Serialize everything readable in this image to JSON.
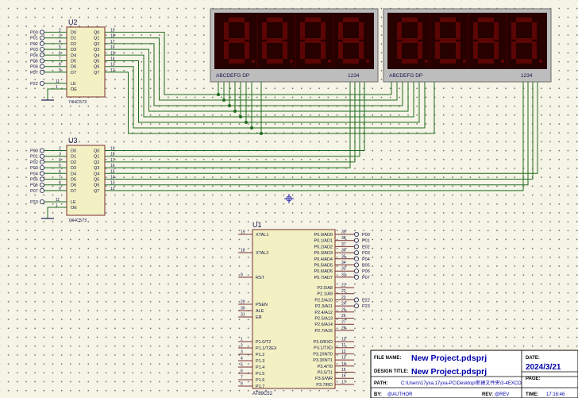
{
  "u2": {
    "ref": "U2",
    "part": "74HC573",
    "in_pins": [
      "D0",
      "D1",
      "D2",
      "D3",
      "D4",
      "D5",
      "D6",
      "D7"
    ],
    "in_nums": [
      "2",
      "3",
      "4",
      "5",
      "6",
      "7",
      "8",
      "9"
    ],
    "out_pins": [
      "Q0",
      "Q1",
      "Q2",
      "Q3",
      "Q4",
      "Q5",
      "Q6",
      "Q7"
    ],
    "out_nums": [
      "19",
      "18",
      "17",
      "16",
      "15",
      "14",
      "13",
      "12"
    ],
    "le": "LE",
    "oe": "OE",
    "le_num": "11",
    "oe_num": "1",
    "port_labels": [
      "P00",
      "P01",
      "P02",
      "P03",
      "P04",
      "P05",
      "P06",
      "P07"
    ],
    "le_port": "P22"
  },
  "u3": {
    "ref": "U3",
    "part": "74HC573",
    "in_pins": [
      "D0",
      "D1",
      "D2",
      "D3",
      "D4",
      "D5",
      "D6",
      "D7"
    ],
    "in_nums": [
      "2",
      "3",
      "4",
      "5",
      "6",
      "7",
      "8",
      "9"
    ],
    "out_pins": [
      "Q0",
      "Q1",
      "Q2",
      "Q3",
      "Q4",
      "Q5",
      "Q6",
      "Q7"
    ],
    "out_nums": [
      "19",
      "18",
      "17",
      "16",
      "15",
      "14",
      "13",
      "12"
    ],
    "le": "LE",
    "oe": "OE",
    "le_num": "11",
    "oe_num": "1",
    "port_labels": [
      "P00",
      "P01",
      "P02",
      "P03",
      "P04",
      "P05",
      "P06",
      "P07"
    ],
    "le_port": "P23"
  },
  "display1": {
    "seg_label": "ABCDEFG DP",
    "digit_label": "1234"
  },
  "display2": {
    "seg_label": "ABCDEFG DP",
    "digit_label": "1234"
  },
  "u1": {
    "ref": "U1",
    "part": "AT89C52",
    "left_pins": [
      {
        "name": "XTAL1",
        "num": "19"
      },
      {
        "name": "XTAL2",
        "num": "18"
      },
      {
        "name": "RST",
        "num": "9"
      },
      {
        "name": "PSEN",
        "num": "29"
      },
      {
        "name": "ALE",
        "num": "30"
      },
      {
        "name": "EA",
        "num": "31"
      },
      {
        "name": "P1.0/T2",
        "num": "1"
      },
      {
        "name": "P1.1/T2EX",
        "num": "2"
      },
      {
        "name": "P1.2",
        "num": "3"
      },
      {
        "name": "P1.3",
        "num": "4"
      },
      {
        "name": "P1.4",
        "num": "5"
      },
      {
        "name": "P1.5",
        "num": "6"
      },
      {
        "name": "P1.6",
        "num": "7"
      },
      {
        "name": "P1.7",
        "num": "8"
      }
    ],
    "p0_pins": [
      {
        "name": "P0.0/AD0",
        "num": "39",
        "port": "P00"
      },
      {
        "name": "P0.1/AD1",
        "num": "38",
        "port": "P01"
      },
      {
        "name": "P0.2/AD2",
        "num": "37",
        "port": "P02"
      },
      {
        "name": "P0.3/AD3",
        "num": "36",
        "port": "P03"
      },
      {
        "name": "P0.4/AD4",
        "num": "35",
        "port": "P04"
      },
      {
        "name": "P0.5/AD5",
        "num": "34",
        "port": "P05"
      },
      {
        "name": "P0.6/AD6",
        "num": "33",
        "port": "P06"
      },
      {
        "name": "P0.7/AD7",
        "num": "32",
        "port": "P07"
      }
    ],
    "p2_pins": [
      {
        "name": "P2.0/A8",
        "num": "21",
        "port": ""
      },
      {
        "name": "P2.1/A9",
        "num": "22",
        "port": ""
      },
      {
        "name": "P2.2/A10",
        "num": "23",
        "port": "P22"
      },
      {
        "name": "P2.3/A11",
        "num": "24",
        "port": "P23"
      },
      {
        "name": "P2.4/A12",
        "num": "25",
        "port": ""
      },
      {
        "name": "P2.5/A13",
        "num": "26",
        "port": ""
      },
      {
        "name": "P2.6/A14",
        "num": "27",
        "port": ""
      },
      {
        "name": "P2.7/A15",
        "num": "28",
        "port": ""
      }
    ],
    "p3_pins": [
      {
        "name": "P3.0/RXD",
        "num": "10"
      },
      {
        "name": "P3.1/TXD",
        "num": "11"
      },
      {
        "name": "P3.2/INT0",
        "num": "12"
      },
      {
        "name": "P3.3/INT1",
        "num": "13"
      },
      {
        "name": "P3.4/T0",
        "num": "14"
      },
      {
        "name": "P3.5/T1",
        "num": "15"
      },
      {
        "name": "P3.6/WR",
        "num": "16"
      },
      {
        "name": "P3.7/RD",
        "num": "17"
      }
    ]
  },
  "title_block": {
    "file_name_label": "FILE NAME:",
    "file_name": "New Project.pdsprj",
    "design_title_label": "DESIGN TITLE:",
    "design_title": "New Project.pdsprj",
    "path_label": "PATH:",
    "path": "C:\\Users\\17yxa.17yxa-PC\\Desktop\\新建文件夹\\3-4EXCO",
    "by_label": "BY:",
    "by": "@AUTHOR",
    "rev_label": "REV:",
    "rev": "@REV",
    "date_label": "DATE:",
    "date": "2024/3/21",
    "page_label": "PAGE:",
    "time_label": "TIME:",
    "time": "17:16:46"
  },
  "colors": {
    "wire": "#1f6b1f",
    "chip_fill": "#f3f1c3",
    "chip_border": "#7a3030",
    "display_frame": "#bdbdbd",
    "display_glass": "#270000",
    "segment_off": "#5c0505",
    "text": "#12124a",
    "title_text": "#0000aa"
  }
}
